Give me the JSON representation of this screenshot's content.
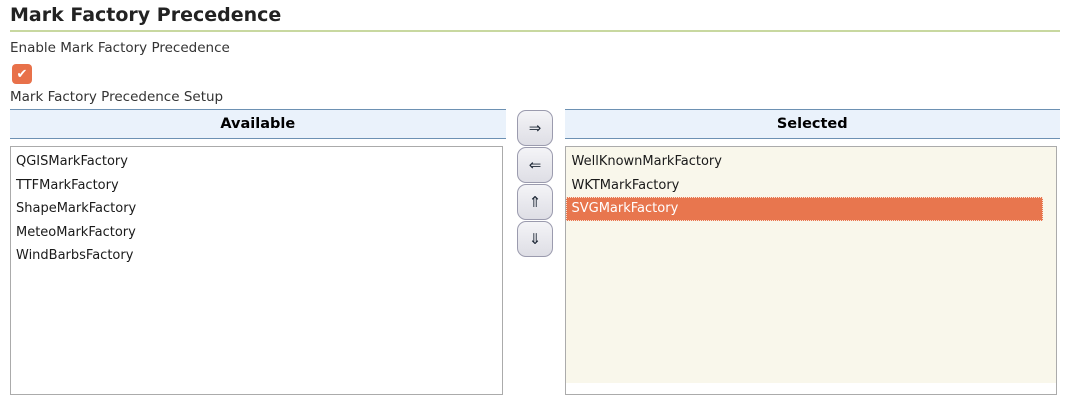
{
  "page": {
    "title": "Mark Factory Precedence"
  },
  "enable": {
    "label": "Enable Mark Factory Precedence",
    "checked": true,
    "check_glyph": "✔"
  },
  "setup": {
    "label": "Mark Factory Precedence Setup"
  },
  "palette": {
    "available": {
      "header": "Available",
      "items": [
        "QGISMarkFactory",
        "TTFMarkFactory",
        "ShapeMarkFactory",
        "MeteoMarkFactory",
        "WindBarbsFactory"
      ]
    },
    "selected": {
      "header": "Selected",
      "items": [
        "WellKnownMarkFactory",
        "WKTMarkFactory",
        "SVGMarkFactory"
      ],
      "highlighted_item": "SVGMarkFactory"
    },
    "buttons": [
      {
        "name": "move-to-selected",
        "glyph": "⇒"
      },
      {
        "name": "move-to-available",
        "glyph": "⇐"
      },
      {
        "name": "move-up",
        "glyph": "⇑"
      },
      {
        "name": "move-down",
        "glyph": "⇓"
      }
    ]
  },
  "colors": {
    "accent_orange": "#e8714a",
    "highlight_orange": "#e8764e",
    "header_bg": "#eaf2fb",
    "header_border": "#6d91b3",
    "title_underline": "#c8d8a0",
    "selected_list_bg": "#f9f7eb",
    "box_border": "#ababab"
  }
}
